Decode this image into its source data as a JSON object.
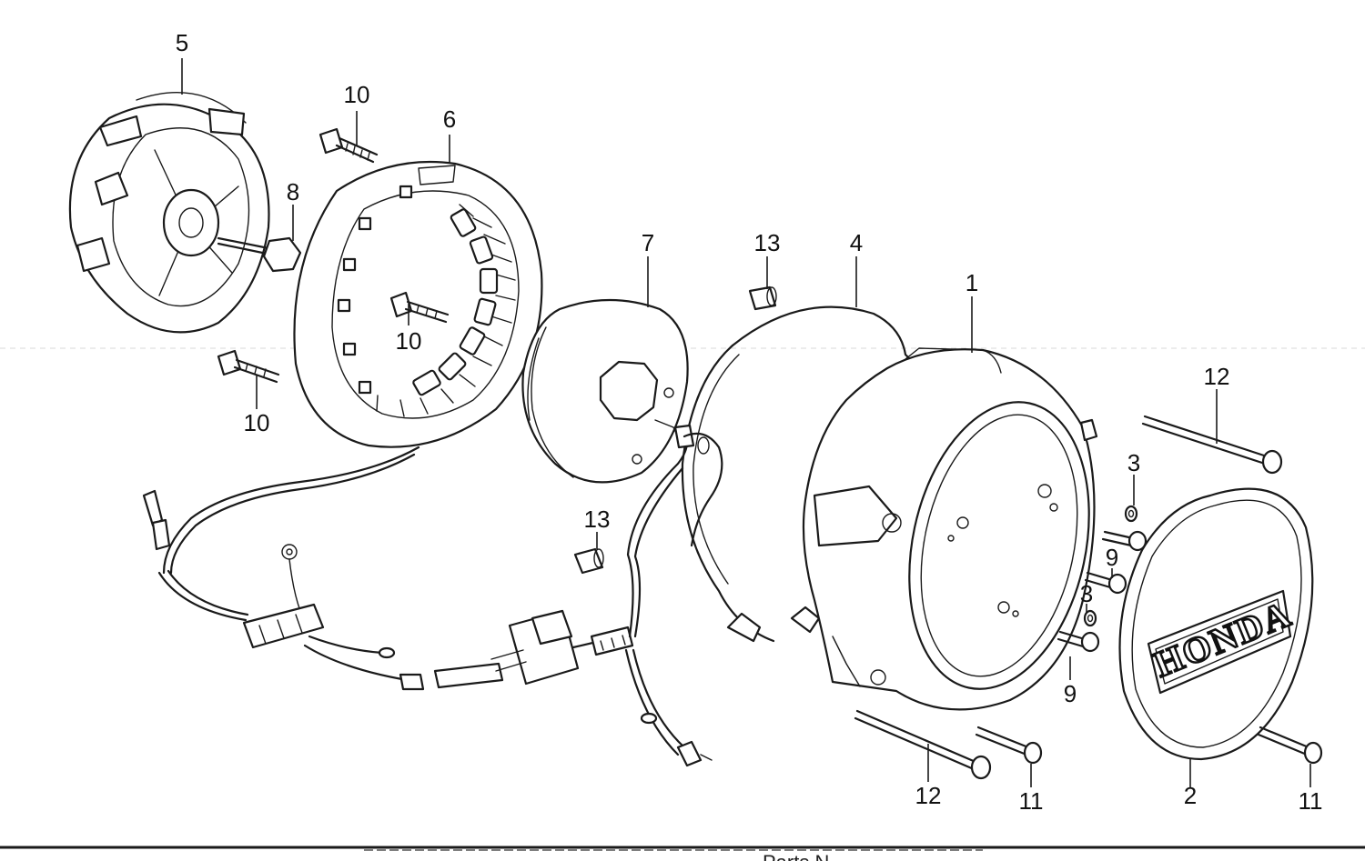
{
  "callouts": {
    "c1": "1",
    "c2": "2",
    "c3a": "3",
    "c3b": "3",
    "c4": "4",
    "c5": "5",
    "c6": "6",
    "c7": "7",
    "c8": "8",
    "c9a": "9",
    "c9b": "9",
    "c10a": "10",
    "c10b": "10",
    "c10c": "10",
    "c11a": "11",
    "c11b": "11",
    "c12a": "12",
    "c12b": "12",
    "c13a": "13",
    "c13b": "13"
  },
  "cover_logo": "HONDA",
  "footer_text": "Parts N"
}
